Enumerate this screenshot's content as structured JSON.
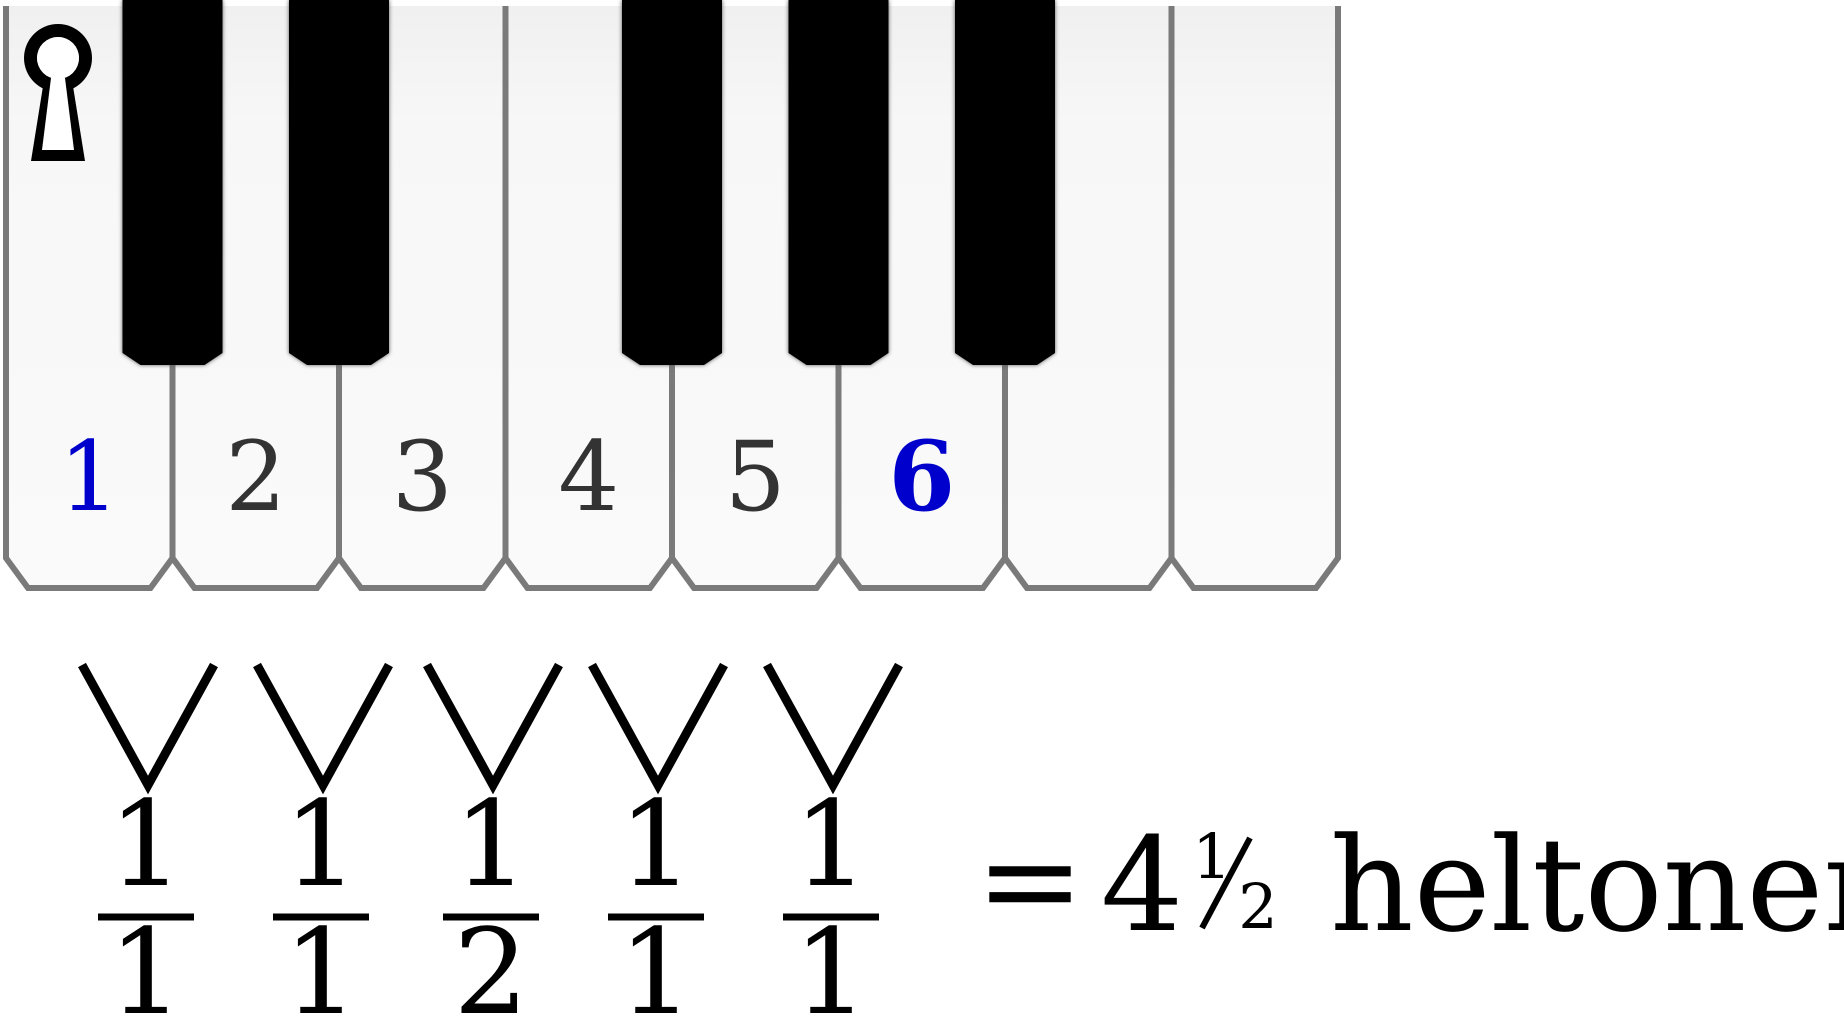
{
  "piano": {
    "white_keys": [
      {
        "label": "1",
        "highlight": true
      },
      {
        "label": "2",
        "highlight": false
      },
      {
        "label": "3",
        "highlight": false
      },
      {
        "label": "4",
        "highlight": false
      },
      {
        "label": "5",
        "highlight": false
      },
      {
        "label": "6",
        "highlight": true
      },
      {
        "label": "",
        "highlight": false
      },
      {
        "label": "",
        "highlight": false
      }
    ],
    "black_key_after_white": [
      0,
      1,
      3,
      4,
      5
    ],
    "key_icon": "keyhole-icon",
    "colors": {
      "white_key": "#f7f7f7",
      "key_border": "#7a7a7a",
      "black_key": "#000000",
      "label": "#333333",
      "highlight": "#0000cc"
    }
  },
  "steps": [
    {
      "numerator": "1",
      "denominator": "1"
    },
    {
      "numerator": "1",
      "denominator": "1"
    },
    {
      "numerator": "1",
      "denominator": "2"
    },
    {
      "numerator": "1",
      "denominator": "1"
    },
    {
      "numerator": "1",
      "denominator": "1"
    }
  ],
  "step_symbol": "∨",
  "equation": {
    "equals": "=",
    "whole": "4",
    "fraction_numerator": "1",
    "fraction_denominator": "2",
    "unit": "heltoner"
  }
}
